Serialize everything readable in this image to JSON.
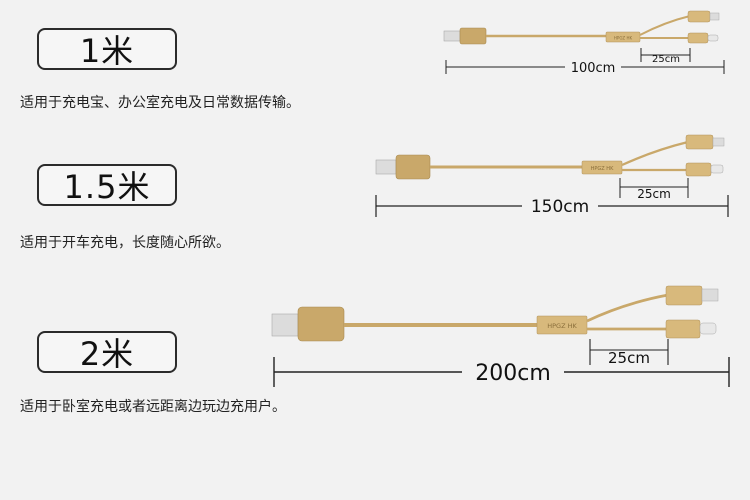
{
  "sections": [
    {
      "length_label": "1米",
      "description": "适用于充电宝、办公室充电及日常数据传输。",
      "total_length_label": "100cm",
      "branch_length_label": "25cm",
      "hub_brand": "HPGZ HK"
    },
    {
      "length_label": "1.5米",
      "description": "适用于开车充电，长度随心所欲。",
      "total_length_label": "150cm",
      "branch_length_label": "25cm",
      "hub_brand": "HPGZ HK"
    },
    {
      "length_label": "2米",
      "description": "适用于卧室充电或者远距离边玩边充用户。",
      "total_length_label": "200cm",
      "branch_length_label": "25cm",
      "hub_brand": "HPGZ HK"
    }
  ],
  "colors": {
    "cable_gold": "#c9a86a",
    "cable_gold_light": "#e2c998",
    "connector_metal": "#d9d9d9",
    "dimension_line": "#222222",
    "background": "#f2f2f2"
  }
}
